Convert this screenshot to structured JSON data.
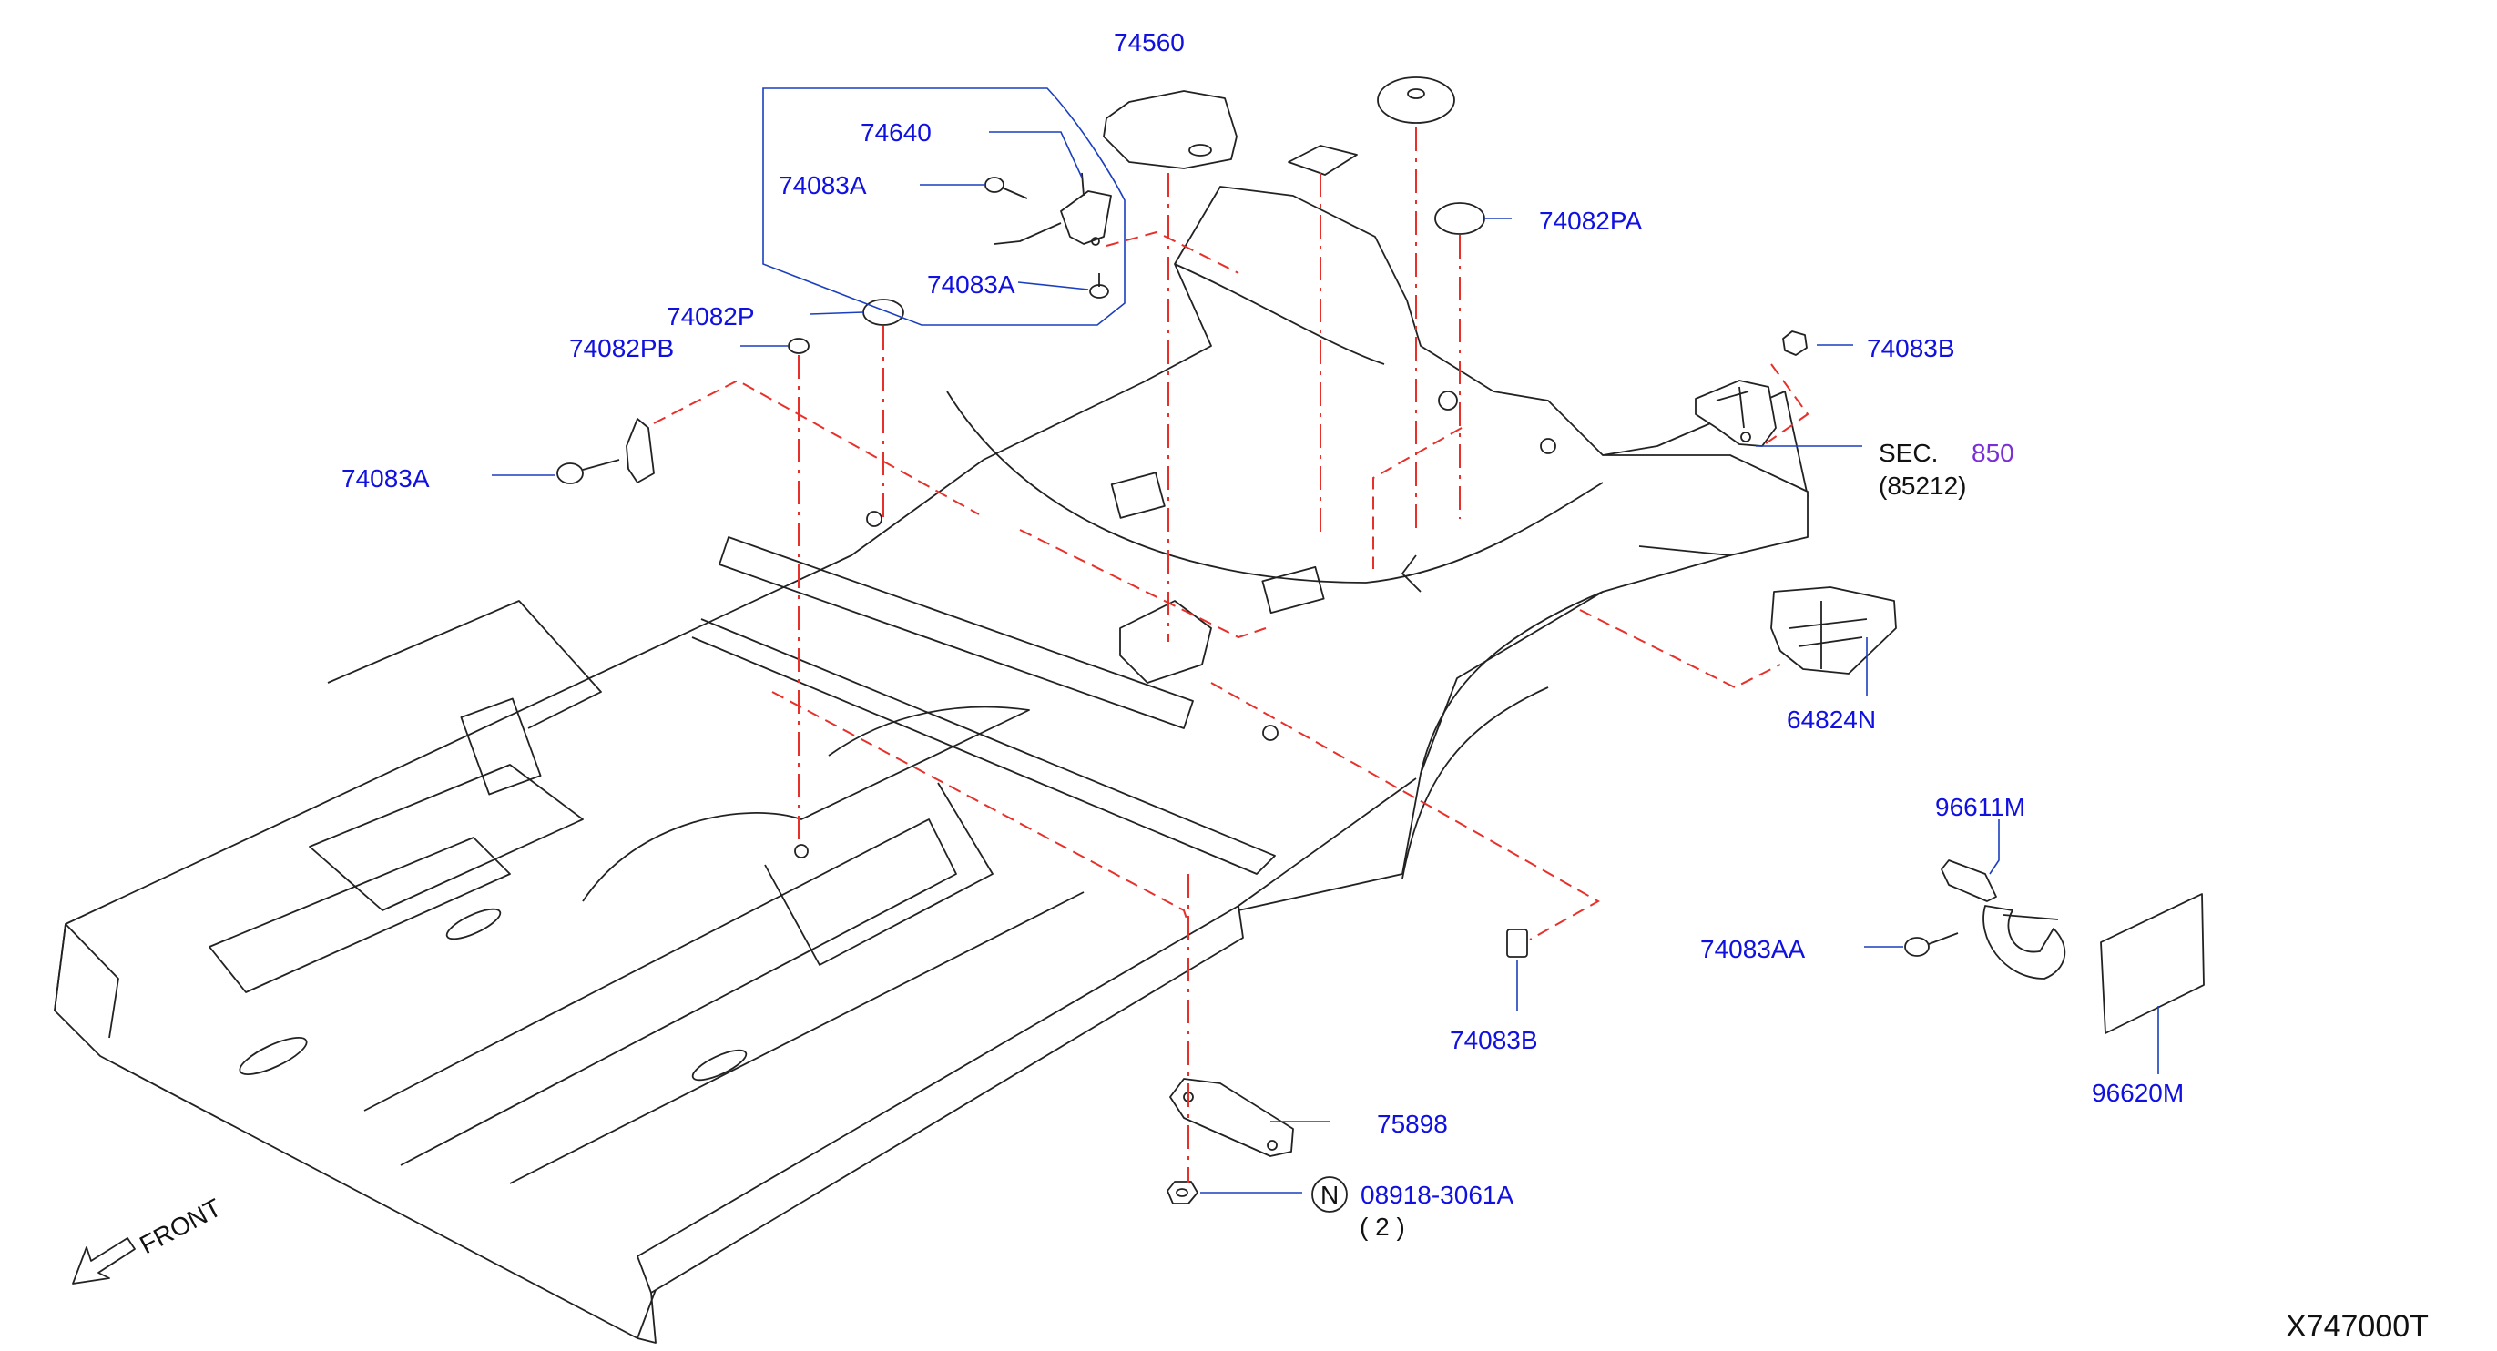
{
  "diagram_id": "X747000T",
  "direction_label": "FRONT",
  "callouts": {
    "p74560": "74560",
    "p74640": "74640",
    "p74083A_a": "74083A",
    "p74083A_b": "74083A",
    "p74083A_c": "74083A",
    "p74082P": "74082P",
    "p74082PB": "74082PB",
    "p74082PA": "74082PA",
    "p74083B_a": "74083B",
    "p74083B_b": "74083B",
    "sec_prefix": "SEC.",
    "sec_number": "850",
    "sec_sub": "(85212)",
    "p64824N": "64824N",
    "p96611M": "96611M",
    "p74083AA": "74083AA",
    "p96620M": "96620M",
    "p75898": "75898",
    "nut_symbol": "N",
    "nut_part": "08918-3061A",
    "nut_qty": "( 2 )"
  },
  "colors": {
    "label_blue": "#1010e0",
    "section_purple": "#7a2fd6",
    "dash_red": "#e8302a",
    "leader_blue": "#1a3fbf",
    "line_black": "#222222"
  }
}
